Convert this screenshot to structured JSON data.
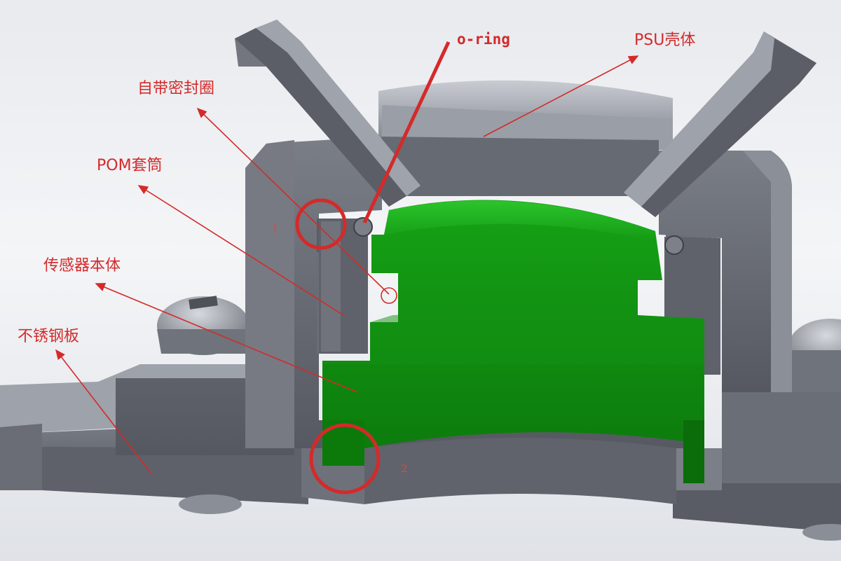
{
  "labels": {
    "oring": "o-ring",
    "psu_housing": "PSU壳体",
    "self_seal": "自带密封圈",
    "pom_sleeve": "POM套筒",
    "sensor_body": "传感器本体",
    "stainless_plate": "不锈钢板"
  },
  "markers": {
    "one": "1",
    "two": "2"
  },
  "colors": {
    "annotation": "#d42a2a",
    "sensor_green": "#0f8a0f",
    "housing_gray": "#6b6e76",
    "background": "#f2f3f6"
  }
}
